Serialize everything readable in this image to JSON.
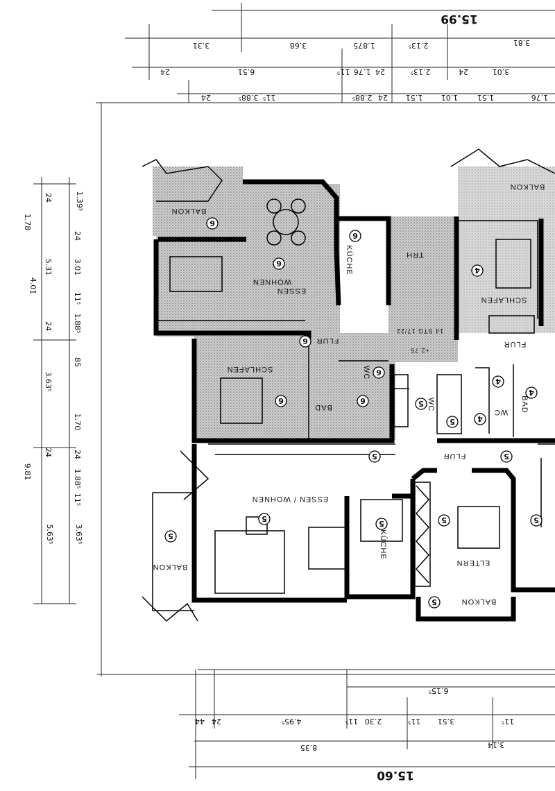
{
  "plan": {
    "dims_top": {
      "overall": "15.99",
      "row1": [
        "3.31",
        "3.68",
        "1.875",
        "2.13⁵",
        "3.81"
      ],
      "row2": [
        "24",
        "6.51",
        "11⁵",
        "1.76",
        "24",
        "2.13⁵",
        "24",
        "3.01"
      ],
      "row3": [
        "24",
        "3.88⁵",
        "11⁵",
        "2.88⁵",
        "24",
        "1.51",
        "1.01",
        "1.51",
        "1.76"
      ]
    },
    "dims_left": {
      "inner": [
        "1.39⁵",
        "24",
        "3.01",
        "11⁵",
        "1.88⁵",
        "85",
        "1.70",
        "24",
        "1.88⁵",
        "11⁵",
        "3.63⁵"
      ],
      "middle": [
        "24",
        "5.31",
        "24",
        "3.63⁵",
        "24",
        "5.63⁵"
      ],
      "outer": [
        "1.78",
        "9.81",
        "4.01"
      ]
    },
    "dims_bottom": {
      "row1": [
        "6.15⁵"
      ],
      "row2": [
        "44",
        "24",
        "4.95⁵",
        "11⁵",
        "2.30",
        "11⁵",
        "3.51",
        "11⁵"
      ],
      "row3": [
        "8.35",
        "3.14"
      ],
      "overall": "15.60"
    },
    "rooms": {
      "balkon_top": "BALKON",
      "essen_wohnen_top": "ESSEN",
      "wohnen_top": "WOHNEN",
      "kueche_top": "KÜCHE",
      "trh": "TRH",
      "flur_top": "FLUR",
      "schlafen_top": "SCHLAFEN",
      "bad_top": "BAD",
      "wc_top": "WC",
      "stairs": "14 STG 17/22",
      "level": "+2.75",
      "balkon_right": "BALKON",
      "schlafen_right": "SCHLAFEN",
      "flur_right": "FLUR",
      "wc_mid": "WC",
      "bad_right": "BAD",
      "wc_right": "WC",
      "flur_mid": "FLUR",
      "essen_wohnen_bottom": "ESSEN / WOHNEN",
      "balkon_bottom_left": "BALKON",
      "kueche_bottom": "KÜCHE",
      "eltern": "ELTERN",
      "balkon_bottom": "BALKON"
    },
    "unit_numbers": {
      "six": "6",
      "five": "5",
      "four": "4"
    }
  }
}
